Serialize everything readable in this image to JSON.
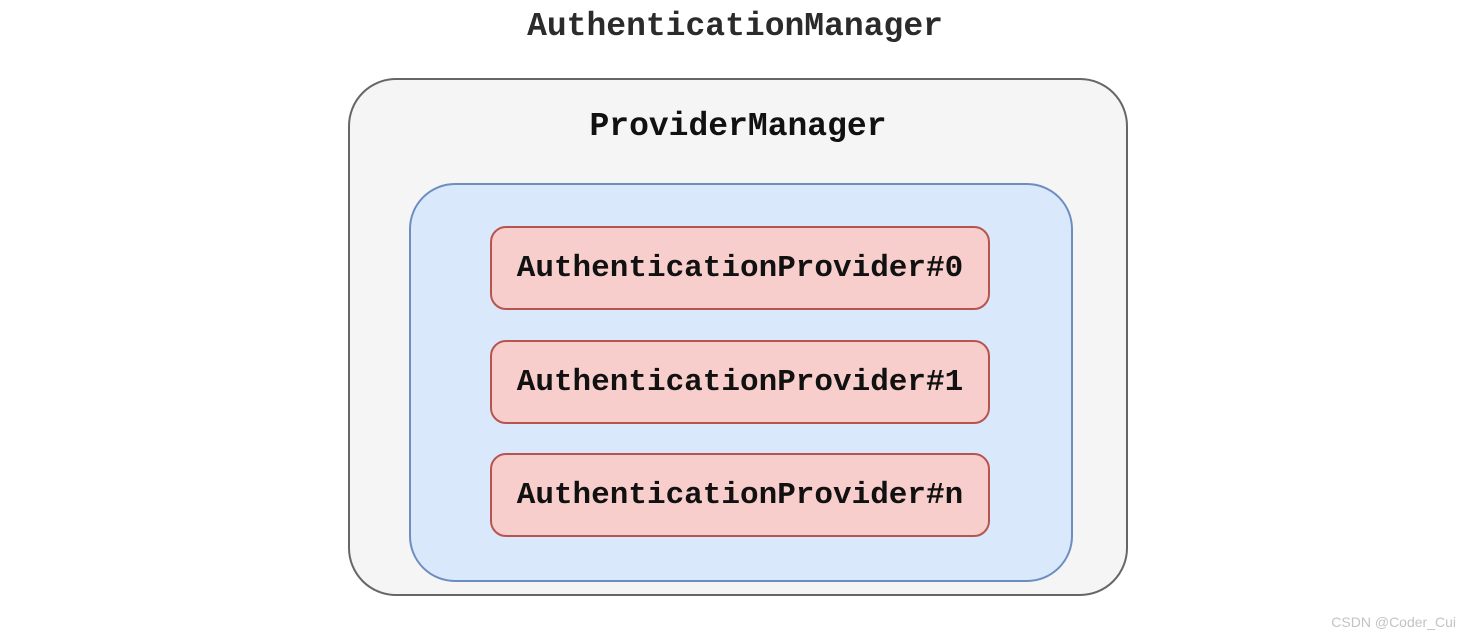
{
  "diagram": {
    "title": "AuthenticationManager",
    "provider_manager": {
      "label": "ProviderManager"
    },
    "providers": [
      {
        "label": "AuthenticationProvider#0"
      },
      {
        "label": "AuthenticationProvider#1"
      },
      {
        "label": "AuthenticationProvider#n"
      }
    ],
    "colors": {
      "outer_fill": "#f5f5f5",
      "outer_stroke": "#666666",
      "inner_fill": "#dae8fc",
      "inner_stroke": "#6c8ebf",
      "provider_fill": "#f8cecc",
      "provider_stroke": "#b85450",
      "text": "#111111"
    }
  },
  "watermark": {
    "text": "CSDN @Coder_Cui"
  }
}
